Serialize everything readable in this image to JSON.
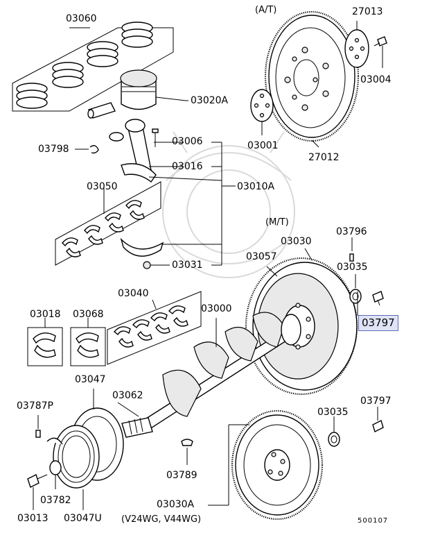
{
  "diagram": {
    "labels": {
      "p03060": "03060",
      "p03020A": "03020A",
      "p03006": "03006",
      "p03798": "03798",
      "p03016": "03016",
      "p03050": "03050",
      "p03010A": "03010A",
      "p03031": "03031",
      "p03040": "03040",
      "p03018": "03018",
      "p03068": "03068",
      "p03000": "03000",
      "p03047": "03047",
      "p03062": "03062",
      "p03787P": "03787P",
      "p03789": "03789",
      "p03782": "03782",
      "p03013": "03013",
      "p03047U": "03047U",
      "p03030A": "03030A",
      "p27013": "27013",
      "p03004": "03004",
      "p03001": "03001",
      "p27012": "27012",
      "p03796": "03796",
      "p03030": "03030",
      "p03057": "03057",
      "p03035a": "03035",
      "p03797hl": "03797",
      "p03035b": "03035",
      "p03797b": "03797"
    },
    "at_label": "(A/T)",
    "mt_label": "(M/T)",
    "variant_note": "(V24WG, V44WG)",
    "figure_code": "500107",
    "highlight_color": "#dfe3f5"
  }
}
